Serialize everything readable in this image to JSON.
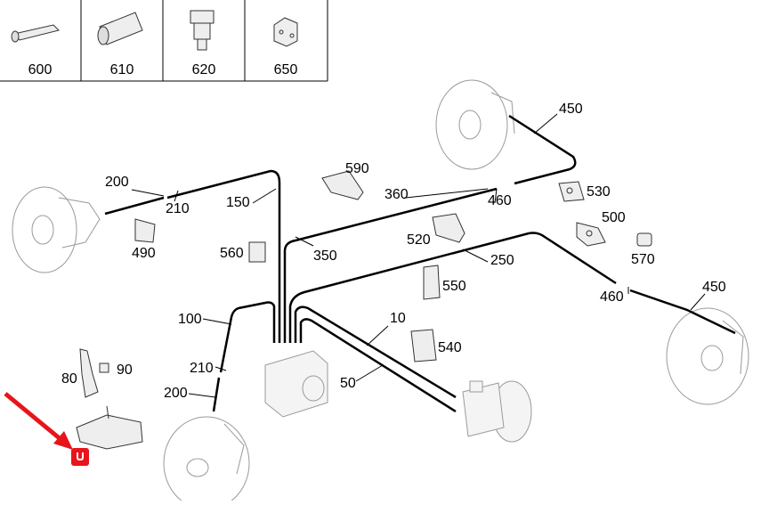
{
  "parts_table": {
    "labels": [
      "600",
      "610",
      "620",
      "650"
    ]
  },
  "callouts": {
    "c450_top": "450",
    "c200_left": "200",
    "c150": "150",
    "c210_left": "210",
    "c590": "590",
    "c360": "360",
    "c530": "530",
    "c460_top": "460",
    "c490": "490",
    "c500": "500",
    "c560": "560",
    "c350": "350",
    "c520": "520",
    "c570": "570",
    "c250": "250",
    "c550": "550",
    "c460_right": "460",
    "c450_right": "450",
    "c100": "100",
    "c10": "10",
    "c90": "90",
    "c80": "80",
    "c540": "540",
    "c210_bottom": "210",
    "c200_bottom": "200",
    "c50": "50"
  },
  "colors": {
    "highlight": "#e8141c",
    "line": "#000000",
    "part_stroke": "#333333",
    "disc": "#9a9a9a"
  },
  "icons": {
    "arrow": "red-pointer-arrow",
    "hotspot": "red-hotspot-marker"
  }
}
